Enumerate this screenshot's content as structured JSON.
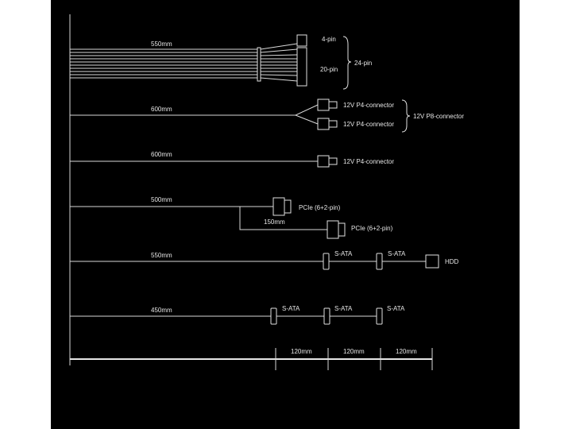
{
  "cables": [
    {
      "length": "550mm",
      "labels": {
        "pin4": "4-pin",
        "pin20": "20-pin",
        "pin24": "24-pin"
      }
    },
    {
      "length": "600mm",
      "labels": {
        "top": "12V P4-connector",
        "bottom": "12V P4-connector",
        "group": "12V P8-connector"
      }
    },
    {
      "length": "600mm",
      "labels": {
        "single": "12V P4-connector"
      }
    },
    {
      "length": "500mm",
      "labels": {
        "pcie1": "PCIe (6+2-pin)",
        "pcie2": "PCIe (6+2-pin)",
        "extension": "150mm"
      }
    },
    {
      "length": "550mm",
      "labels": {
        "sata1": "S-ATA",
        "sata2": "S-ATA",
        "hdd": "HDD"
      }
    },
    {
      "length": "450mm",
      "labels": {
        "sata1": "S-ATA",
        "sata2": "S-ATA",
        "sata3": "S-ATA"
      }
    }
  ],
  "spacing": [
    "120mm",
    "120mm",
    "120mm"
  ],
  "colors": {
    "background": "#000000",
    "line": "#d9d9d9",
    "page": "#ffffff"
  }
}
